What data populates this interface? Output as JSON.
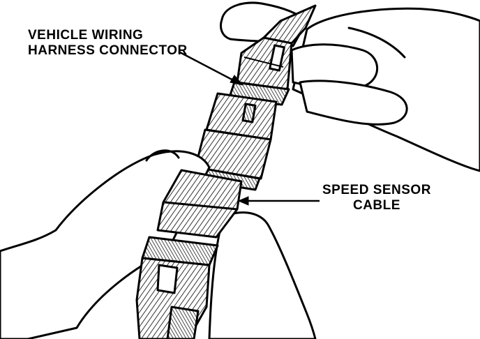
{
  "diagram": {
    "callouts": [
      {
        "id": "vehicle-wiring-harness-connector",
        "lines": [
          "VEHICLE WIRING",
          "HARNESS CONNECTOR"
        ]
      },
      {
        "id": "speed-sensor-cable",
        "lines": [
          "SPEED SENSOR",
          "CABLE"
        ]
      }
    ]
  },
  "colors": {
    "ink": "#000000",
    "paper": "#ffffff"
  }
}
